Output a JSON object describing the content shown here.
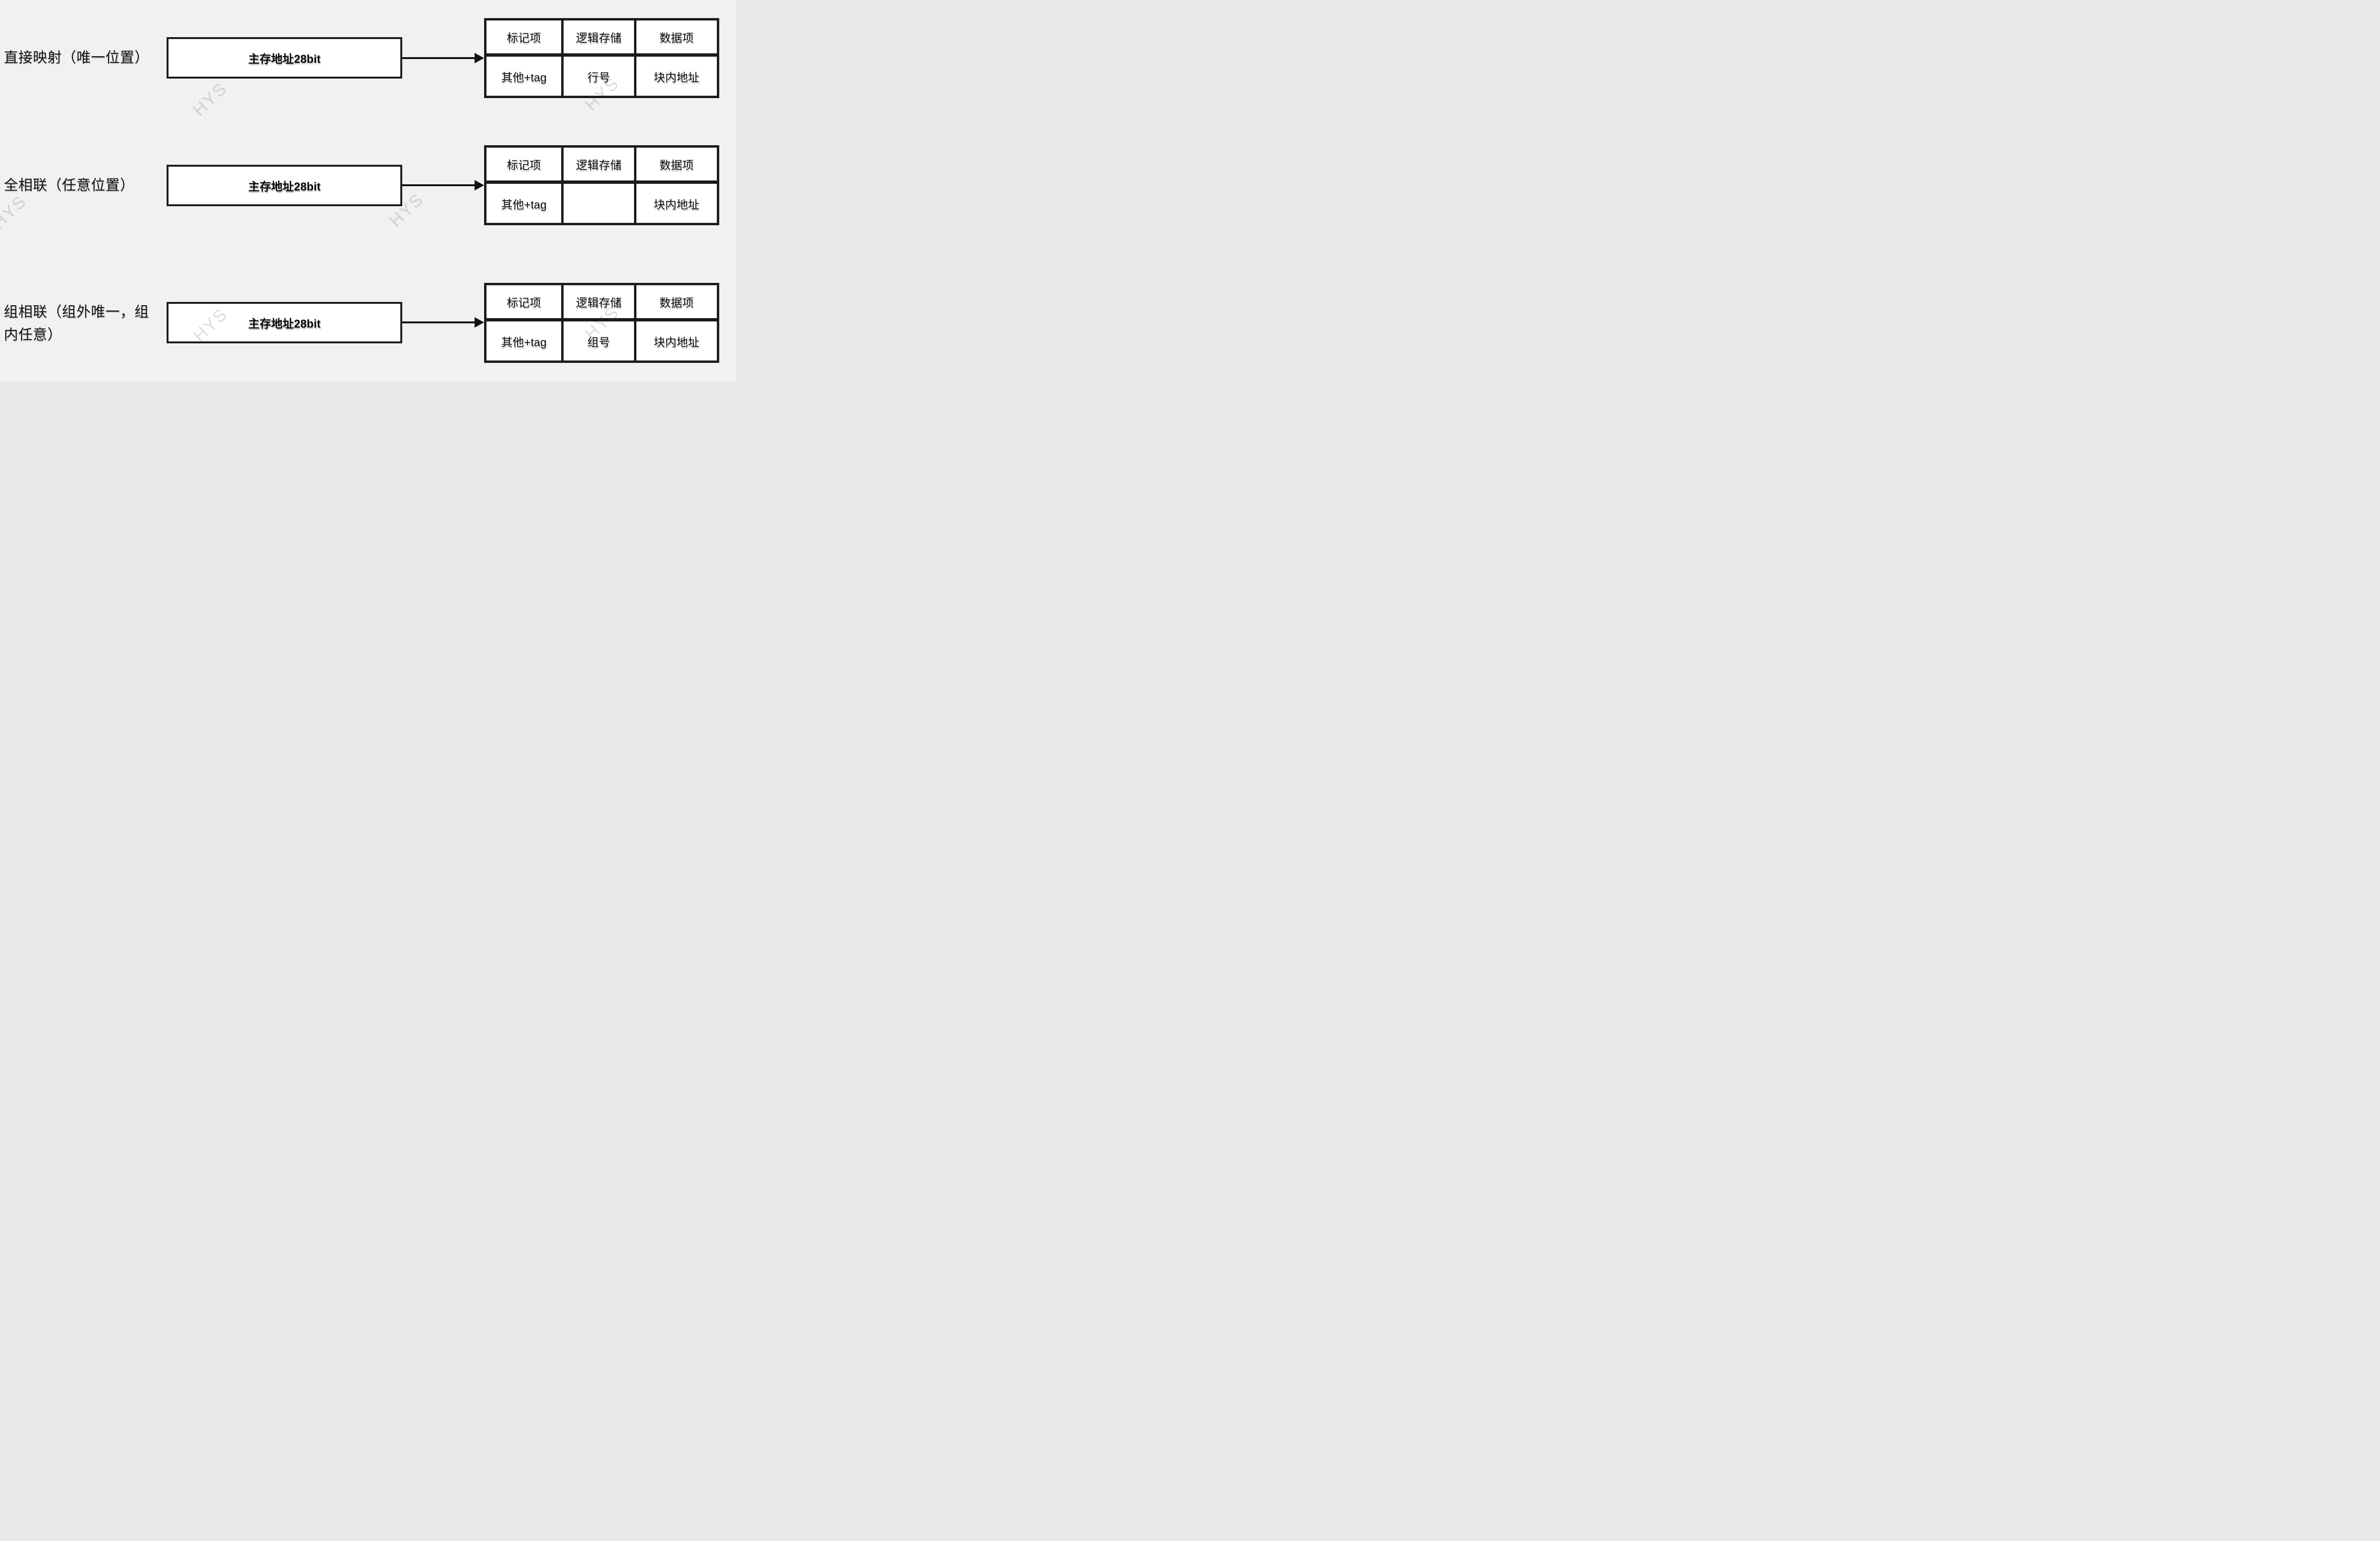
{
  "background_color": "#f1f1f2",
  "line_color": "#1b1b1b",
  "watermark": {
    "text": "HYS",
    "color": "#d6d6d6"
  },
  "rows": [
    {
      "id": "direct-mapping",
      "label_lines": [
        "直接映射（唯一位置）"
      ],
      "address_box": "主存地址28bit",
      "table": {
        "top": [
          "标记项",
          "逻辑存储",
          "数据项"
        ],
        "bottom": [
          "其他+tag",
          "行号",
          "块内地址"
        ]
      }
    },
    {
      "id": "fully-associative",
      "label_lines": [
        "全相联（任意位置）"
      ],
      "address_box": "主存地址28bit",
      "table": {
        "top": [
          "标记项",
          "逻辑存储",
          "数据项"
        ],
        "bottom": [
          "其他+tag",
          "",
          "块内地址"
        ]
      }
    },
    {
      "id": "set-associative",
      "label_lines": [
        "组相联（组外唯一，组",
        "内任意）"
      ],
      "address_box": "主存地址28bit",
      "table": {
        "top": [
          "标记项",
          "逻辑存储",
          "数据项"
        ],
        "bottom": [
          "其他+tag",
          "组号",
          "块内地址"
        ]
      }
    }
  ]
}
